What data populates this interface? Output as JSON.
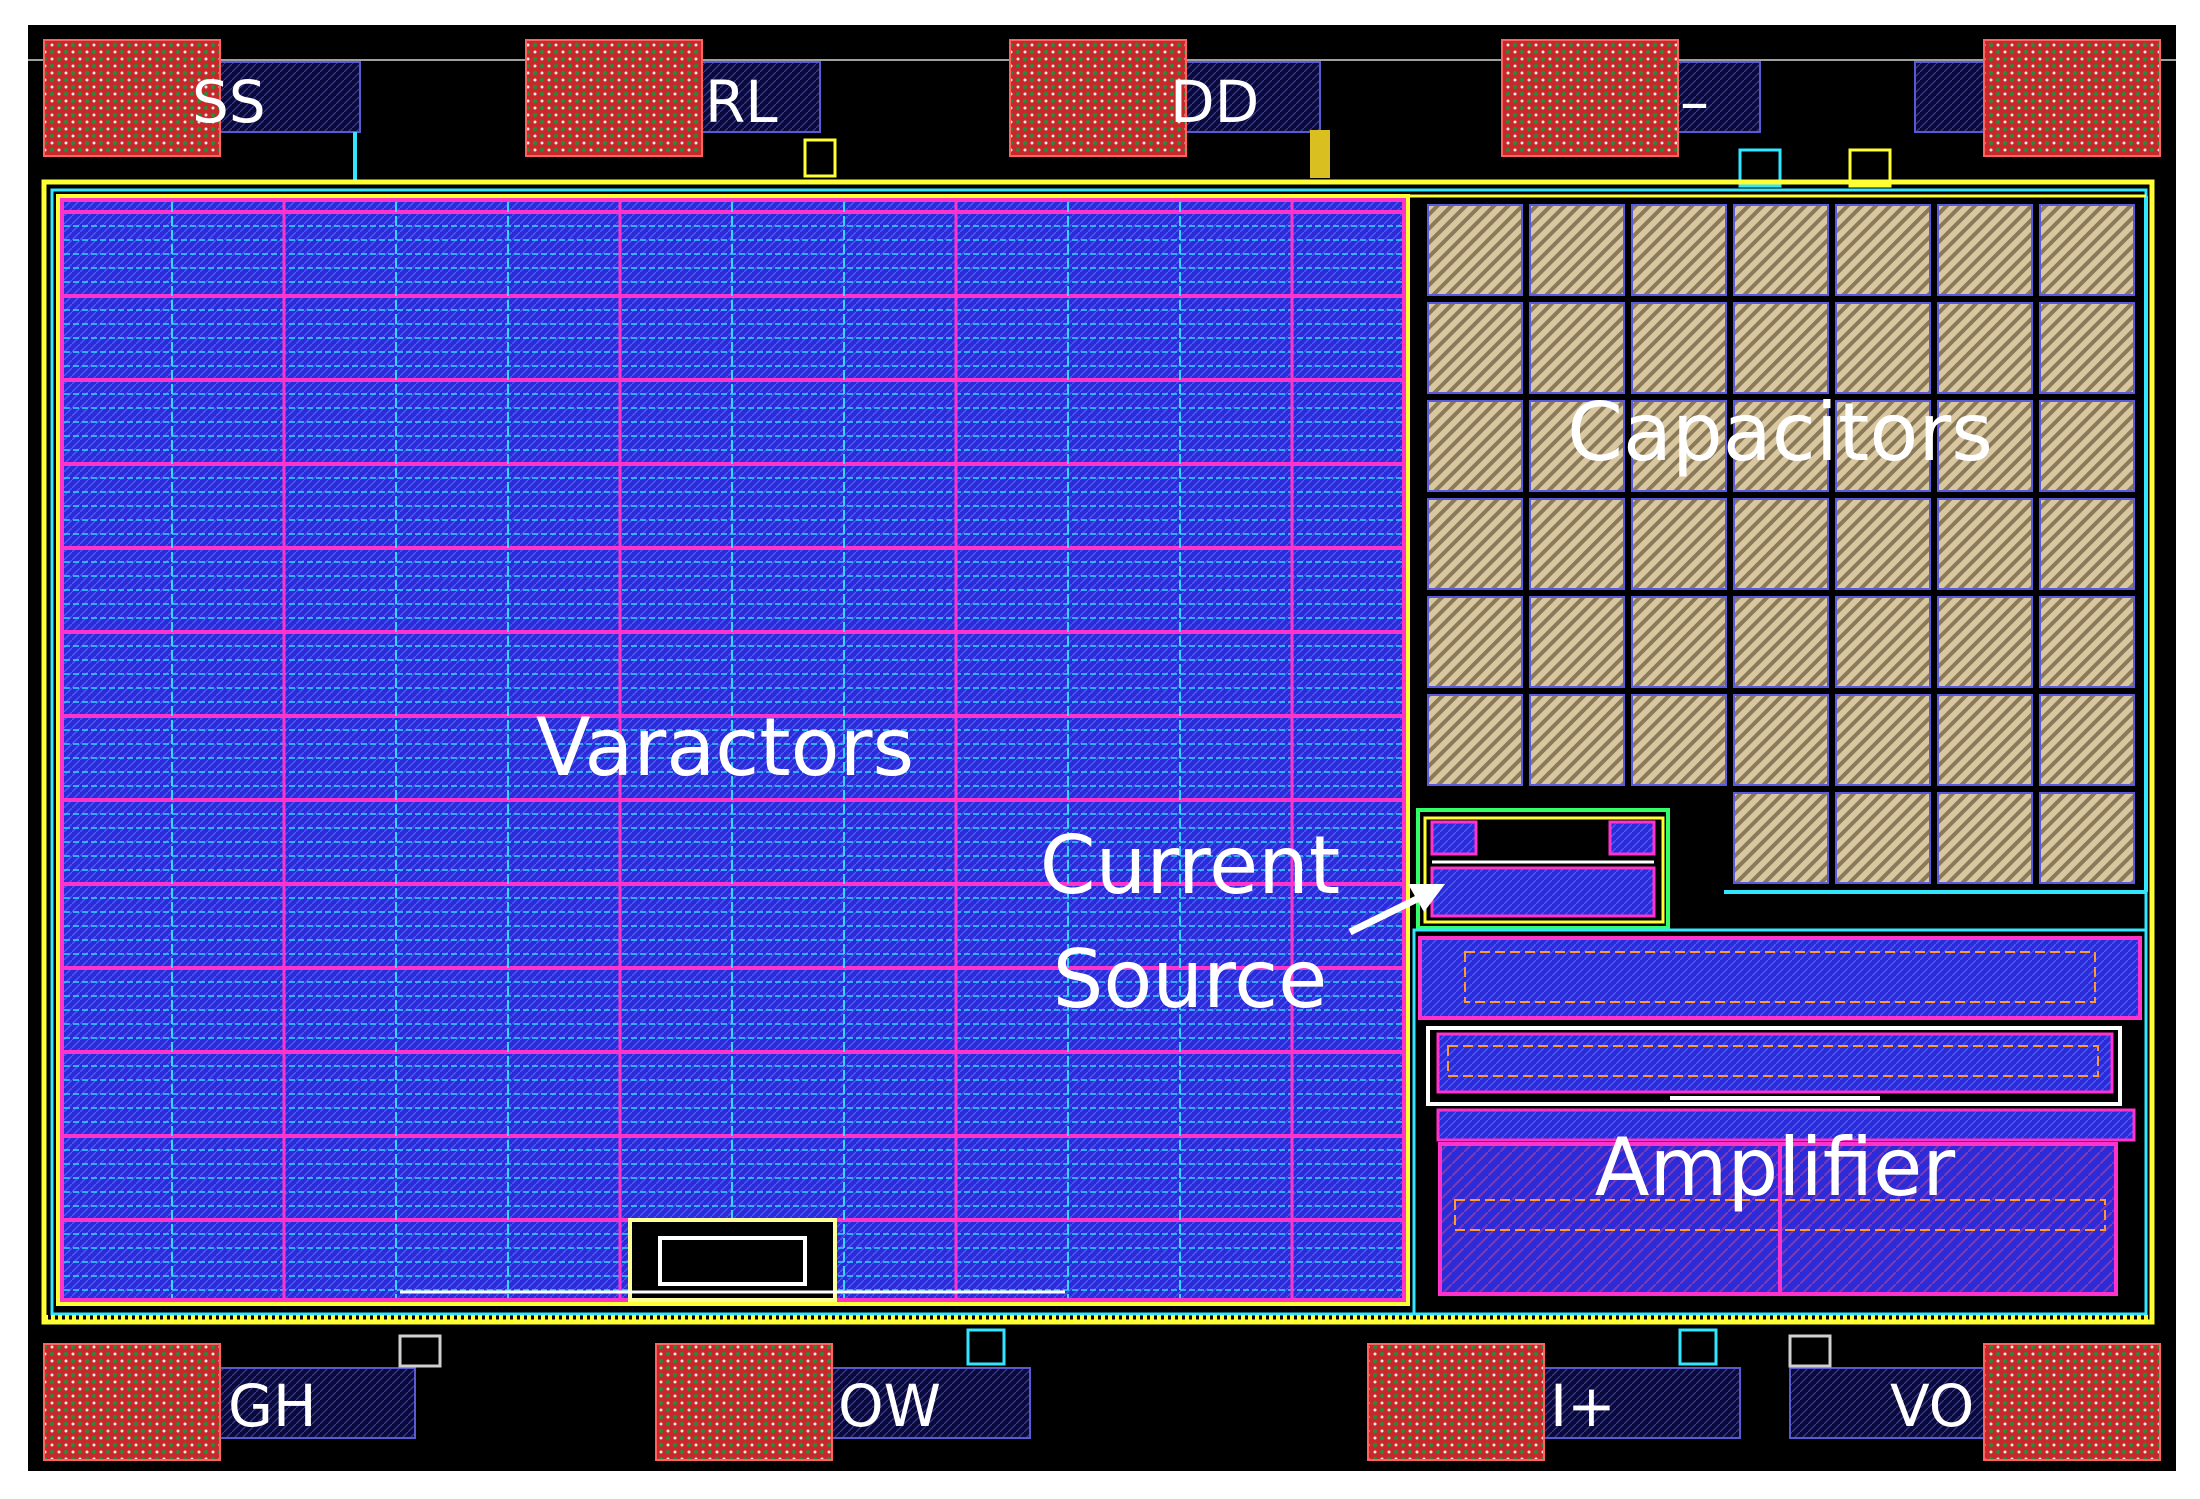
{
  "diagram": {
    "regions": {
      "varactors": "Varactors",
      "capacitors": "Capacitors",
      "current_source_line1": "Current",
      "current_source_line2": "Source",
      "amplifier": "Amplifier"
    },
    "pads_top": [
      "SS",
      "RL",
      "DD",
      "–",
      ""
    ],
    "pads_bottom": [
      "GH",
      "OW",
      "I+",
      "VO"
    ]
  },
  "colors": {
    "background": "#000000",
    "varactor_fill": "#2b2bd9",
    "metal_magenta": "#ff33cc",
    "metal_cyan": "#33e6ff",
    "ring_yellow": "#ffff33",
    "capacitor_fill": "#d9c7a0",
    "pad_red": "#c8282a"
  }
}
